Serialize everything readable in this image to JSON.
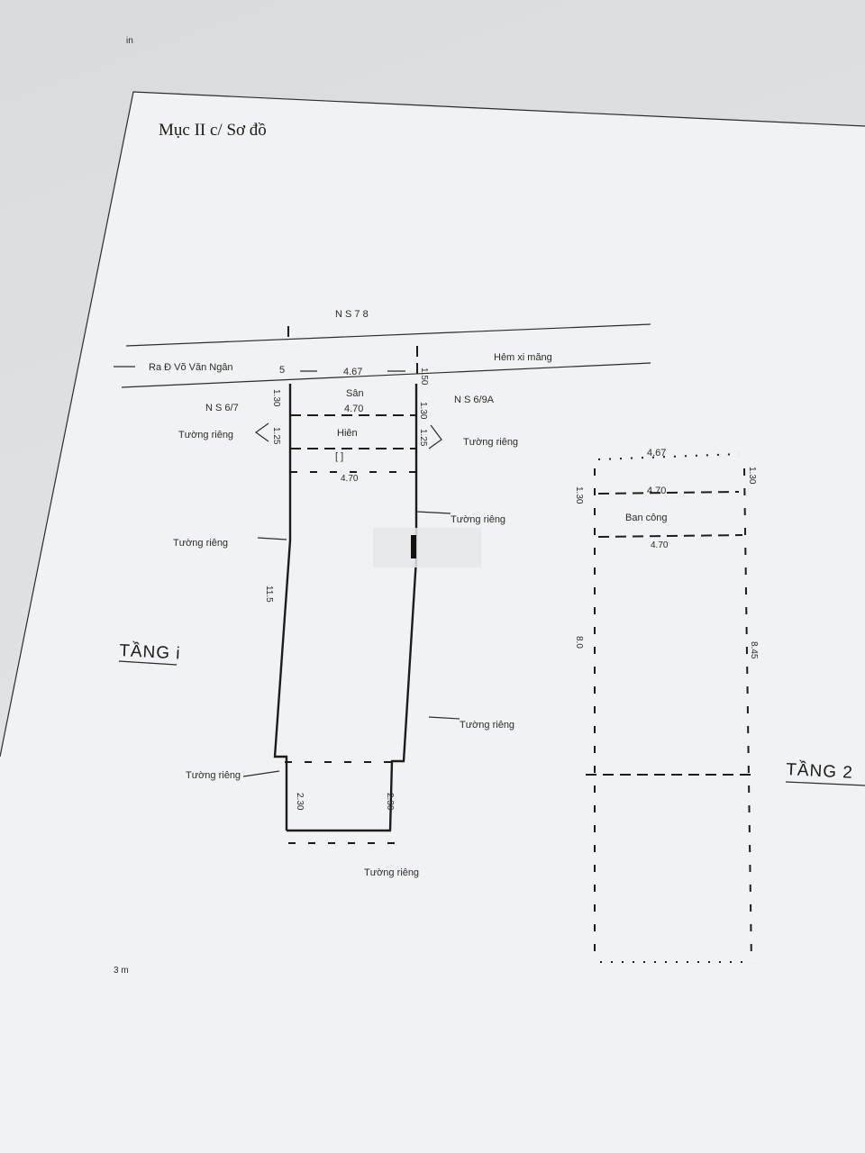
{
  "title": "Mục II c/ Sơ đồ",
  "floor1_label": "TẦNG i",
  "floor2_label": "TẦNG 2",
  "road": {
    "north_neighbor": "N S  7 8",
    "left_road": "Ra Đ Võ Văn Ngân",
    "alley": "Hẻm xi măng",
    "left_offset": "5",
    "right_offset": "1.50"
  },
  "floor1": {
    "front_width": "4.67",
    "yard_label": "Sân",
    "yard_width": "4.70",
    "left_neighbor": "N S  6/7",
    "right_neighbor": "N S  6/9A",
    "left_wall": "Tường riêng",
    "right_wall": "Tường riêng",
    "porch_label": "Hiên",
    "porch_marker": "[ ]",
    "inner_width": "4.70",
    "left_dim_a": "1.30",
    "left_dim_b": "1.25",
    "right_dim_a": "1.30",
    "right_dim_b": "1.25",
    "side_wall_right": "Tường riêng",
    "side_wall_left": "Tường riêng",
    "length_left": "11.5",
    "lower_wall_right": "Tường riêng",
    "lower_wall_left": "Tường riêng",
    "bottom_wall": "Tường riêng",
    "rear_left_dim": "2.30",
    "rear_right_dim": "2.30"
  },
  "floor2": {
    "front_width": "4.67",
    "balcony_width": "4.70",
    "balcony_label": "Ban công",
    "inner_width": "4.70",
    "left_dim": "1.30",
    "right_dim": "1.30",
    "length_left": "8.0",
    "length_right": "8.45"
  },
  "marks": {
    "stamp": "3 m",
    "logo": "in"
  }
}
